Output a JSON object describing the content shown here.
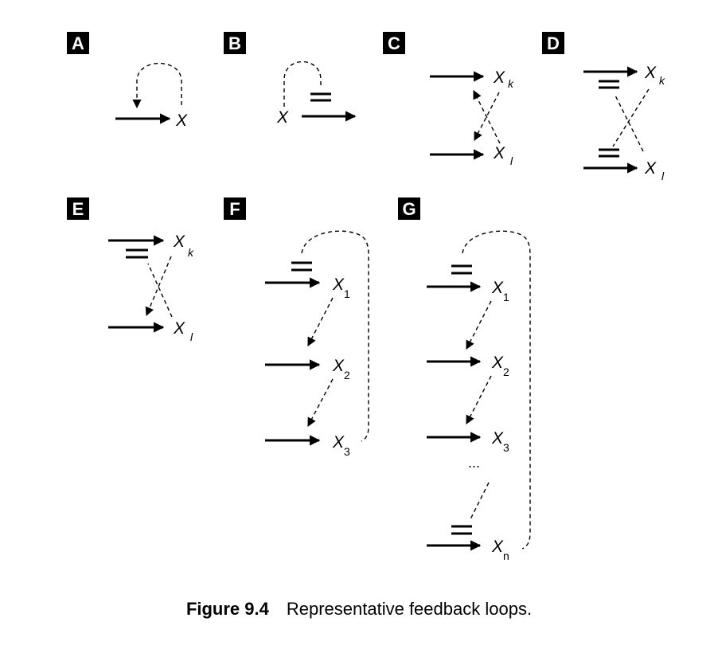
{
  "panels": {
    "A": {
      "label": "A",
      "node": "X"
    },
    "B": {
      "label": "B",
      "node": "X"
    },
    "C": {
      "label": "C",
      "node_top": "X",
      "sub_top": "k",
      "node_bottom": "X",
      "sub_bottom": "l"
    },
    "D": {
      "label": "D",
      "node_top": "X",
      "sub_top": "k",
      "node_bottom": "X",
      "sub_bottom": "l"
    },
    "E": {
      "label": "E",
      "node_top": "X",
      "sub_top": "k",
      "node_bottom": "X",
      "sub_bottom": "l"
    },
    "F": {
      "label": "F",
      "nodes": [
        {
          "base": "X",
          "sub": "1"
        },
        {
          "base": "X",
          "sub": "2"
        },
        {
          "base": "X",
          "sub": "3"
        }
      ]
    },
    "G": {
      "label": "G",
      "nodes": [
        {
          "base": "X",
          "sub": "1"
        },
        {
          "base": "X",
          "sub": "2"
        },
        {
          "base": "X",
          "sub": "3"
        },
        {
          "base": "X",
          "sub": "n"
        }
      ],
      "ellipsis": "..."
    }
  },
  "caption": {
    "label": "Figure 9.4",
    "text": "Representative feedback loops."
  }
}
